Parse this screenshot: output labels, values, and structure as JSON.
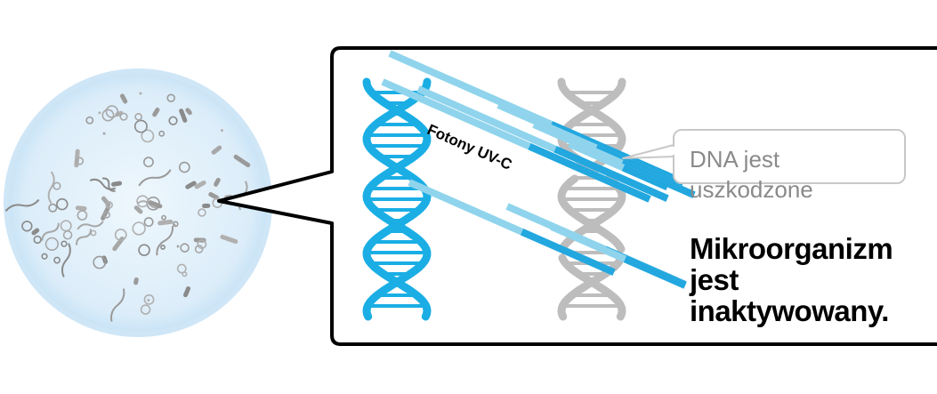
{
  "labels": {
    "photons": "Fotony UV-C",
    "dna_line1": "DNA jest",
    "dna_line2": "uszkodzone",
    "result_line1": "Mikroorganizm",
    "result_line2": "jest",
    "result_line3": "inaktywowany."
  },
  "colors": {
    "dna_intact": "#1aaee5",
    "dna_damaged": "#bdbdbd",
    "uv_light": "#8fd4ec",
    "uv_dark": "#22a7df",
    "dish": "#e3f1fb",
    "outline": "#000000"
  },
  "icons": {
    "petri_dish": "petri-dish-icon",
    "dna_intact": "dna-helix-icon",
    "dna_damaged": "damaged-dna-helix-icon"
  }
}
